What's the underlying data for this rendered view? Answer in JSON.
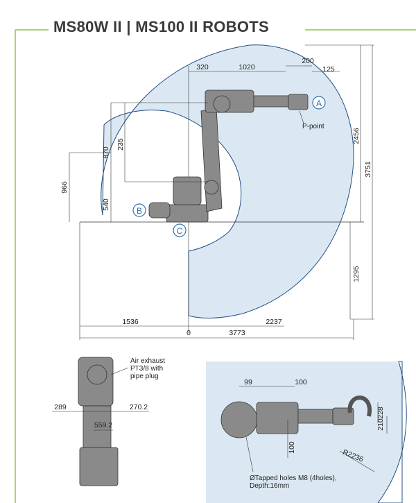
{
  "title": "MS80W II | MS100 II ROBOTS",
  "colors": {
    "frame": "#8dc63f",
    "envelope": "#dbe8f3",
    "envelope_edge": "#234f80",
    "dim_line": "#333333",
    "robot": "#7f7f7f",
    "callout_circle": "#2f6fb3"
  },
  "side_view": {
    "dims": {
      "d320": "320",
      "d1020": "1020",
      "d200": "200",
      "d125": "125",
      "d2456": "2456",
      "d3751": "3751",
      "d870": "870",
      "d235": "235",
      "d966": "966",
      "d540": "540",
      "d1295": "1295",
      "d1536": "1536",
      "d2237": "2237",
      "d0": "0",
      "d3773": "3773"
    },
    "labels": {
      "p_point": "P-point",
      "callout_a": "A",
      "callout_b": "B",
      "callout_c": "C"
    }
  },
  "front_view": {
    "dims": {
      "d289": "289",
      "d270_2": "270.2",
      "d559_2": "559.2"
    },
    "note_lines": [
      "Air exhaust",
      "PT3/8 with",
      "pipe plug"
    ]
  },
  "top_view": {
    "dims": {
      "d99": "99",
      "d100_top": "100",
      "d100_vert": "100",
      "d228": "228",
      "d210": "210",
      "r2236": "R2236"
    },
    "note_lines": [
      "ØTapped holes M8 (4holes),",
      "Depth:16mm"
    ]
  }
}
